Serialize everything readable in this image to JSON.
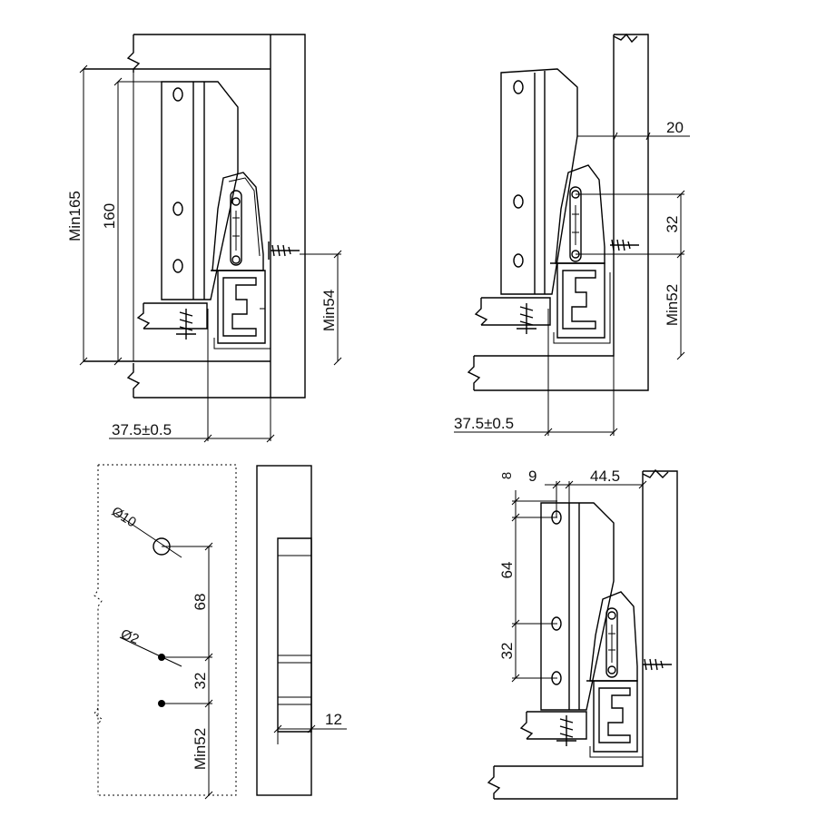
{
  "views": {
    "top_left": {
      "dim_min165": "Min165",
      "dim_160": "160",
      "dim_min54": "Min54",
      "dim_offset": "37.5±0.5"
    },
    "top_right": {
      "dim_20": "20",
      "dim_32": "32",
      "dim_min52": "Min52",
      "dim_offset": "37.5±0.5"
    },
    "bottom_left": {
      "dim_hole_large": "Ø10",
      "dim_hole_small": "Ø2",
      "dim_68": "68",
      "dim_32": "32",
      "dim_min52": "Min52",
      "dim_12": "12"
    },
    "bottom_right": {
      "dim_8": "8",
      "dim_9": "9",
      "dim_44_5": "44.5",
      "dim_64": "64",
      "dim_32": "32"
    }
  }
}
